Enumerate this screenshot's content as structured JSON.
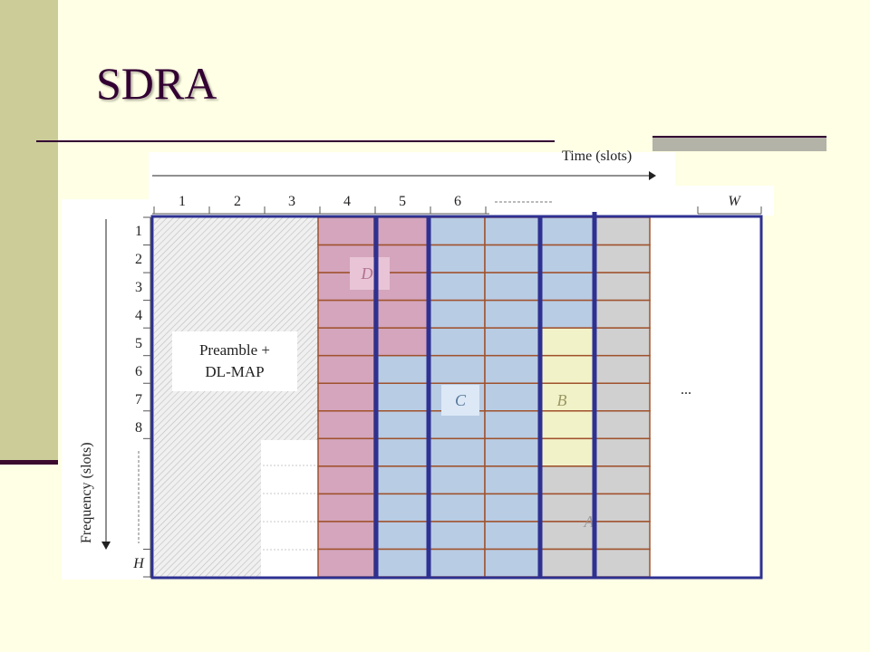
{
  "slide": {
    "title": "SDRA"
  },
  "diagram": {
    "time_axis_label": "Time (slots)",
    "frequency_axis_label": "Frequency (slots)",
    "time_ticks": [
      "1",
      "2",
      "3",
      "4",
      "5",
      "6",
      "W"
    ],
    "frequency_ticks": [
      "1",
      "2",
      "3",
      "4",
      "5",
      "6",
      "7",
      "8",
      "H"
    ],
    "preamble_label_line1": "Preamble +",
    "preamble_label_line2": "DL-MAP",
    "ellipsis": "...",
    "regions": [
      {
        "label": "D",
        "color": "#d4a5bd"
      },
      {
        "label": "C",
        "color": "#b8cce4"
      },
      {
        "label": "B",
        "color": "#f2f2c8"
      },
      {
        "label": "A",
        "color": "#d0d0d0"
      }
    ],
    "colors": {
      "frame": "#2e3192",
      "grid": "#a0522d",
      "preamble": "#eeeeee"
    }
  }
}
